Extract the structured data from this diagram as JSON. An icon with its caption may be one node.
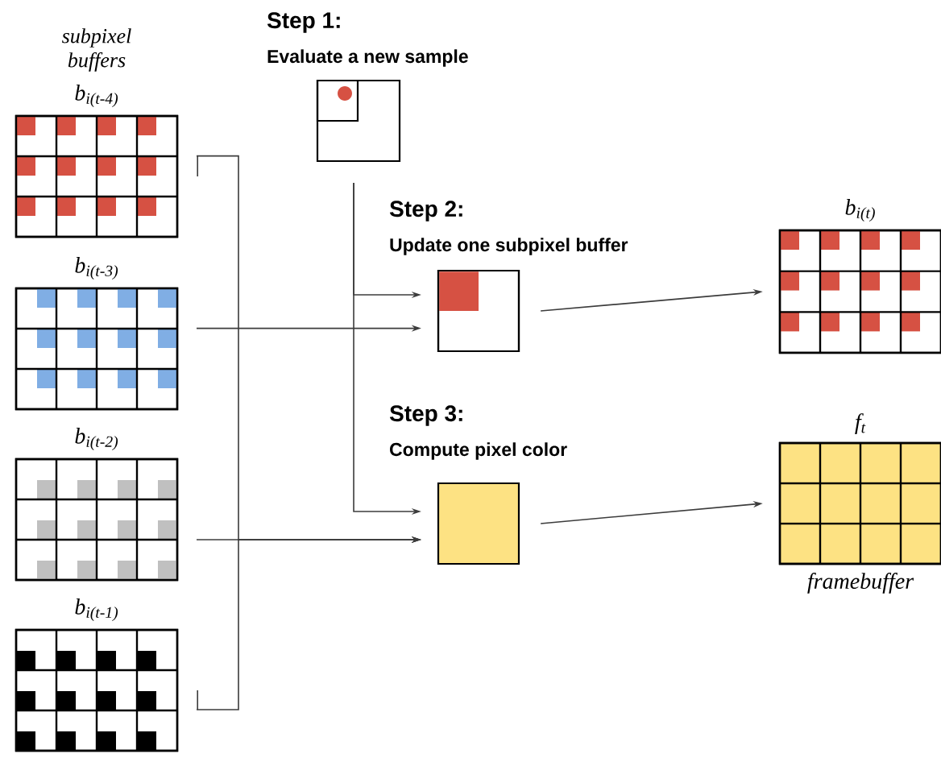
{
  "diagram": {
    "nodes": [
      {
        "text": [
          "b$_{i(t-4)}$"
        ]
      },
      {
        "text": [
          "b$_{i(t-3)}$"
        ]
      },
      {
        "text": [
          "b$_{i(t-2)}$"
        ]
      },
      {
        "text": [
          "b$_{i(t-1)}$"
        ]
      },
      {
        "text": [
          "Step 1:",
          "Evaluate a new sample"
        ]
      },
      {
        "text": [
          "Step 2:",
          "Update one subpixel buffer"
        ]
      },
      {
        "text": [
          "b$_{i(t)}$"
        ]
      },
      {
        "text": [
          "Step 3:",
          "Compute pixel color"
        ]
      },
      {
        "text": [
          "f$_{t}$",
          "framebuffer"
        ]
      }
    ],
    "edges": [
      {
        "from": 0,
        "to": 7,
        "arrow": "to"
      },
      {
        "from": 1,
        "to": 5,
        "arrow": "to"
      },
      {
        "from": 2,
        "to": 7,
        "arrow": "to"
      },
      {
        "from": 3,
        "to": 7,
        "arrow": "to"
      },
      {
        "from": 4,
        "to": 5,
        "arrow": "to"
      },
      {
        "from": 4,
        "to": 7,
        "arrow": "to"
      },
      {
        "from": 5,
        "to": 6,
        "arrow": "to"
      },
      {
        "from": 7,
        "to": 8,
        "arrow": "to"
      }
    ],
    "labels": [
      "subpixel buffers"
    ]
  }
}
